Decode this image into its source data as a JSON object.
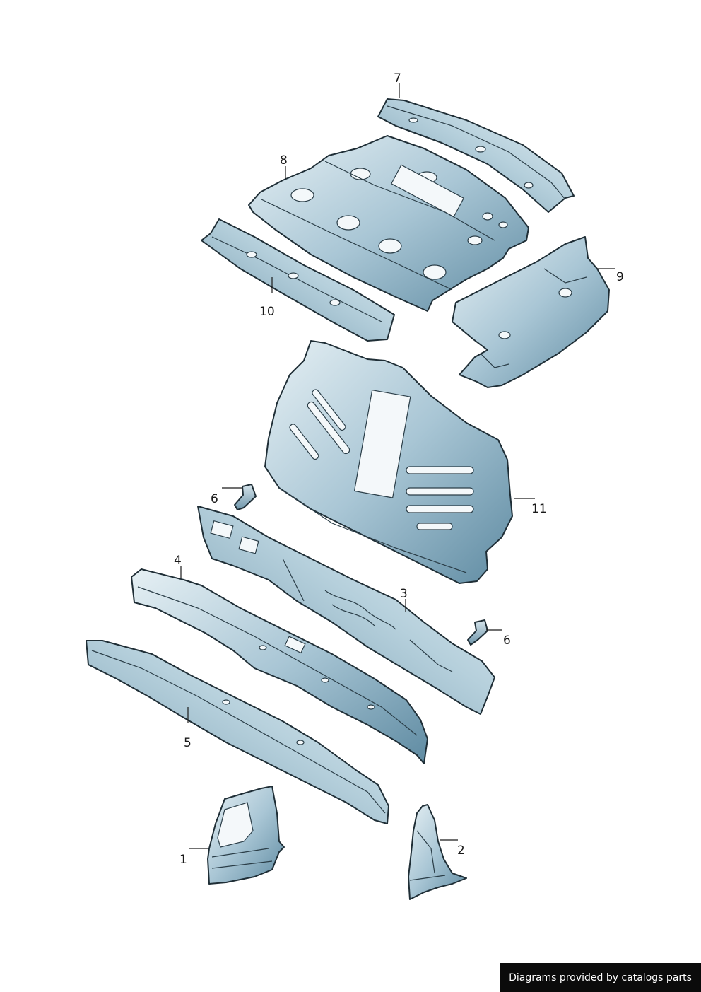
{
  "callouts": {
    "c1": "1",
    "c2": "2",
    "c3": "3",
    "c4": "4",
    "c5": "5",
    "c6a": "6",
    "c6b": "6",
    "c7": "7",
    "c8": "8",
    "c9": "9",
    "c10": "10",
    "c11": "11"
  },
  "colors": {
    "part_light": "#dbe8ee",
    "part_mid": "#9fbfd0",
    "part_dark": "#4e7a92",
    "outline": "#1f2e36"
  },
  "footer": {
    "credit": "Diagrams provided by catalogs parts"
  }
}
